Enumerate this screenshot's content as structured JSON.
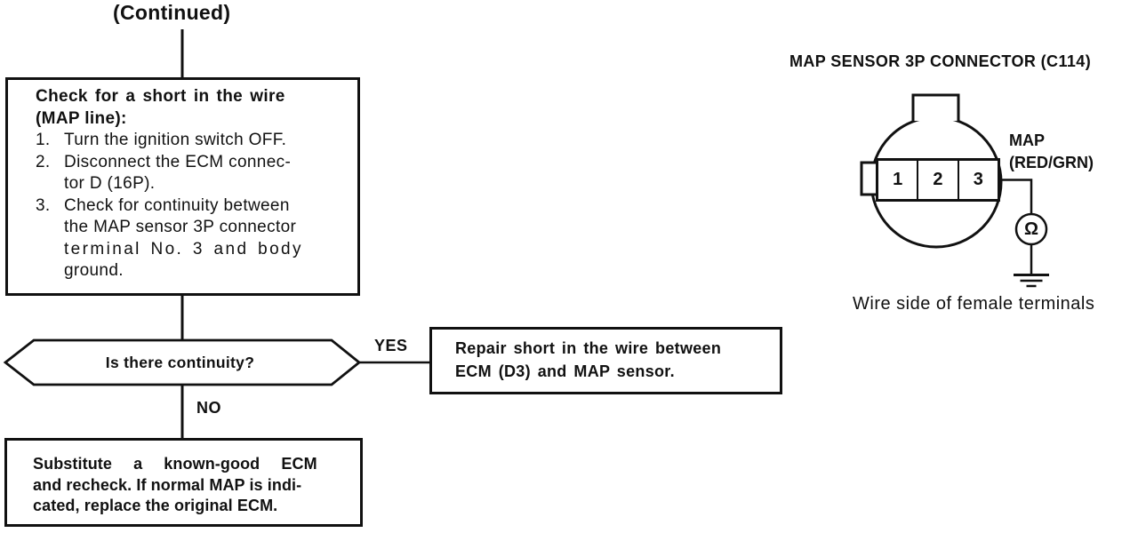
{
  "colors": {
    "ink": "#111111",
    "paper": "#ffffff"
  },
  "continued_label": "(Continued)",
  "flowchart": {
    "step_box": {
      "title_lines": [
        "Check for a short in the wire",
        "(MAP line):"
      ],
      "items": [
        {
          "num": "1.",
          "lines": [
            "Turn the ignition switch OFF."
          ]
        },
        {
          "num": "2.",
          "lines": [
            "Disconnect the ECM connec-",
            "tor D (16P)."
          ]
        },
        {
          "num": "3.",
          "lines": [
            "Check for continuity between",
            "the MAP sensor 3P connector",
            "terminal No. 3 and body",
            "ground."
          ]
        }
      ]
    },
    "decision": {
      "question": "Is there continuity?"
    },
    "branch_labels": {
      "yes": "YES",
      "no": "NO"
    },
    "repair_box": {
      "lines": [
        "Repair short in the wire between",
        "ECM (D3) and MAP sensor."
      ]
    },
    "substitute_box": {
      "lines": [
        "Substitute a known-good ECM",
        "and recheck. If normal MAP is indi-",
        "cated, replace the original ECM."
      ]
    }
  },
  "connector_diagram": {
    "title": "MAP SENSOR 3P CONNECTOR (C114)",
    "terminals": [
      "1",
      "2",
      "3"
    ],
    "wire_label_lines": [
      "MAP",
      "(RED/GRN)"
    ],
    "meter_symbol": "Ω",
    "caption": "Wire side of female terminals"
  }
}
